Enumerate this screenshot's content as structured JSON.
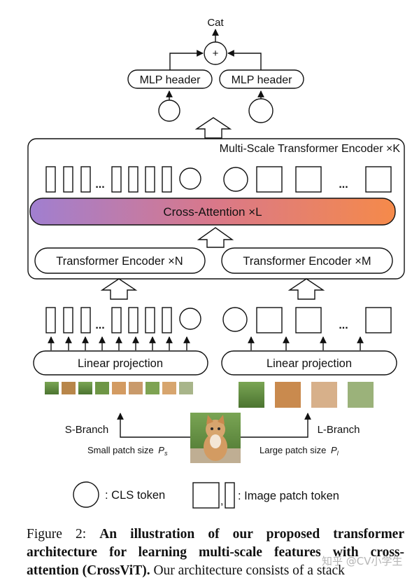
{
  "output_label": "Cat",
  "plus_symbol": "+",
  "mlp_header_left": "MLP header",
  "mlp_header_right": "MLP header",
  "encoder_title": "Multi-Scale Transformer Encoder ×K",
  "cross_attention": "Cross-Attention ×L",
  "transformer_encoder_left": "Transformer Encoder ×N",
  "transformer_encoder_right": "Transformer Encoder ×M",
  "linear_projection_left": "Linear projection",
  "linear_projection_right": "Linear projection",
  "ellipsis": "...",
  "s_branch": "S-Branch",
  "l_branch": "L-Branch",
  "small_patch_label": "Small patch size",
  "small_patch_symbol": "P",
  "small_patch_sub": "s",
  "large_patch_label": "Large patch size",
  "large_patch_symbol": "P",
  "large_patch_sub": "l",
  "legend_cls": ": CLS token",
  "legend_comma": ",",
  "legend_patch": ": Image patch token",
  "caption": {
    "prefix": "Figure 2:",
    "bold": "An illustration of our proposed transformer architecture for learning multi-scale features with cross-attention (CrossViT).",
    "rest": "Our architecture consists of a stack"
  },
  "watermark": "知乎 @CV小学生",
  "colors": {
    "cross_attention_start": "#a07fd0",
    "cross_attention_mid": "#d9788a",
    "cross_attention_end": "#f58a4a",
    "grass": "#5d8a3a",
    "kitten": "#c98a4e"
  }
}
